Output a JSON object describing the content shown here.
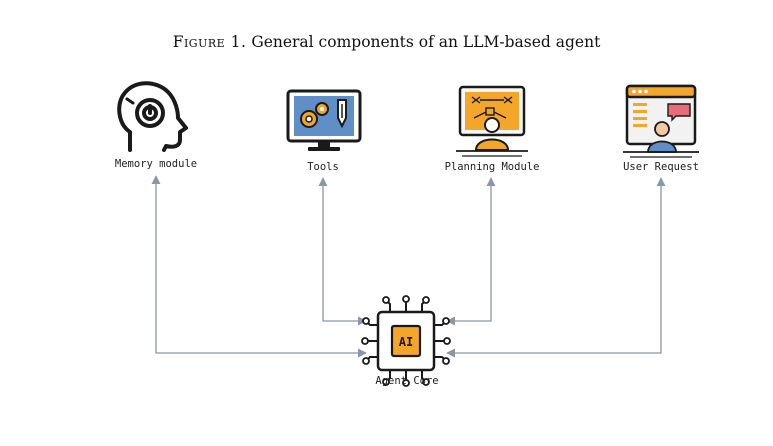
{
  "caption": {
    "prefix": "Figure 1.",
    "text": "General components of an LLM-based agent"
  },
  "nodes": {
    "memory": {
      "label": "Memory module",
      "icon": "head-brain-icon"
    },
    "tools": {
      "label": "Tools",
      "icon": "monitor-gears-icon"
    },
    "planning": {
      "label": "Planning Module",
      "icon": "planning-board-icon"
    },
    "user": {
      "label": "User Request",
      "icon": "user-request-window-icon"
    },
    "core": {
      "label": "Agent Core",
      "icon": "ai-chip-icon",
      "chip_text": "AI"
    }
  },
  "colors": {
    "arrow": "#8a97a6",
    "accent_orange": "#f4a62a",
    "accent_blue": "#5f8fc6",
    "outline": "#1a1a1a"
  }
}
